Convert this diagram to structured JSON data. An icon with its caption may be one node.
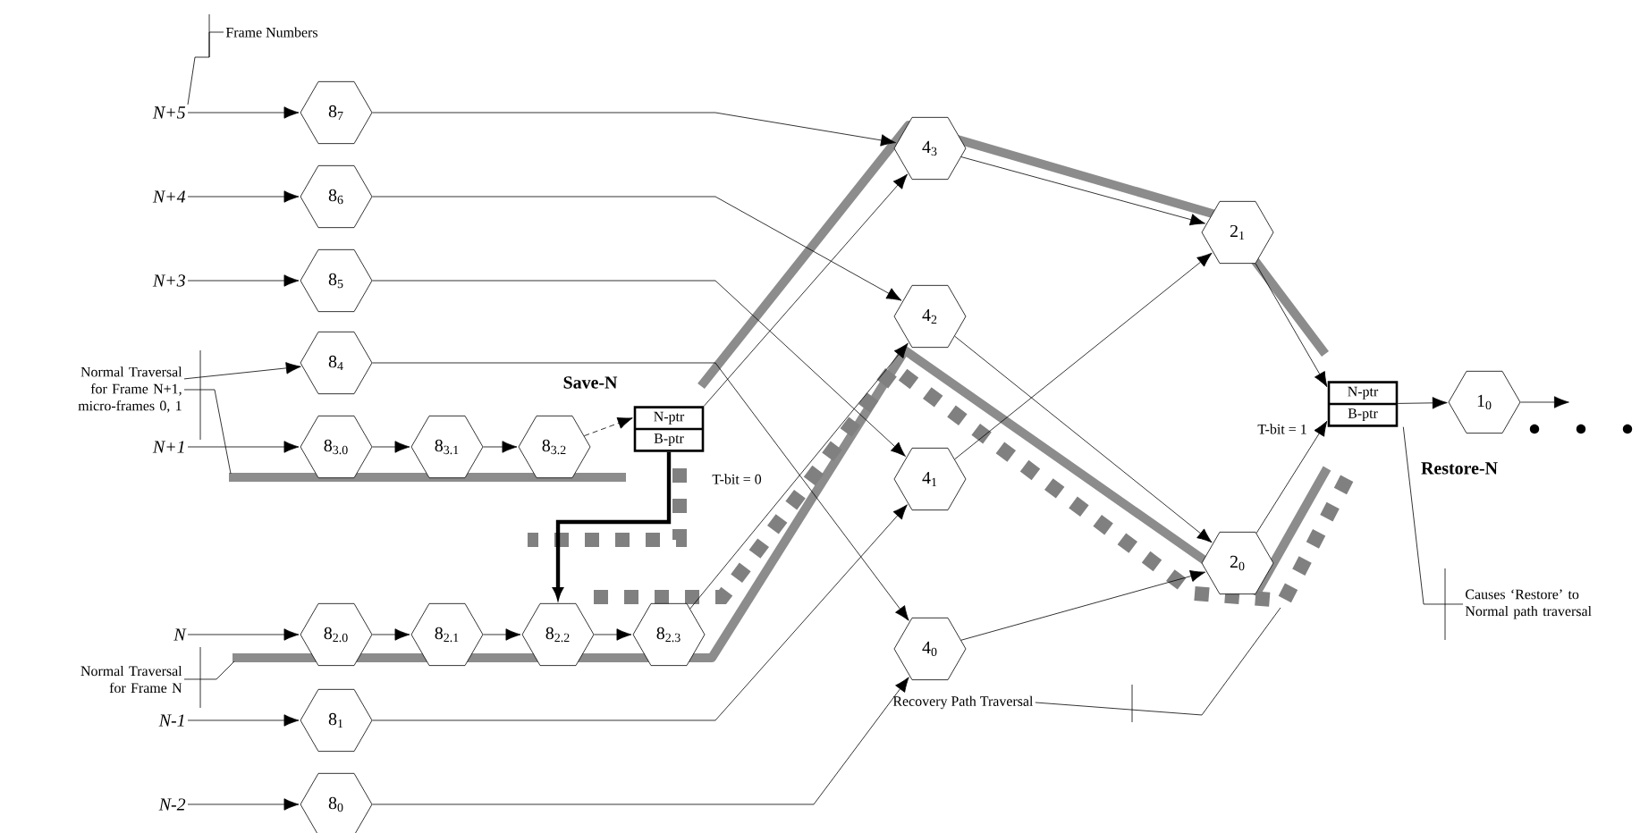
{
  "diagram": {
    "nodes": [
      {
        "text": [
          "Frame Numbers"
        ]
      },
      {
        "text": [
          "N+5"
        ]
      },
      {
        "text": [
          "N+4"
        ]
      },
      {
        "text": [
          "N+3"
        ]
      },
      {
        "text": [
          "Normal Traversal for Frame N+1, micro-frames 0, 1"
        ]
      },
      {
        "text": [
          "N+1"
        ]
      },
      {
        "text": [
          "N"
        ]
      },
      {
        "text": [
          "Normal Traversal for Frame N"
        ]
      },
      {
        "text": [
          "N-1"
        ]
      },
      {
        "text": [
          "N-2"
        ]
      },
      {
        "text": [
          "8$_{7}$"
        ]
      },
      {
        "text": [
          "8$_{6}$"
        ]
      },
      {
        "text": [
          "8$_{5}$"
        ]
      },
      {
        "text": [
          "8$_{4}$"
        ]
      },
      {
        "text": [
          "8$_{3.0}$"
        ]
      },
      {
        "text": [
          "8$_{3.1}$"
        ]
      },
      {
        "text": [
          "8$_{3.2}$"
        ]
      },
      {
        "text": [
          "N-ptr",
          "B-ptr"
        ],
        "beside": [
          "Save-N"
        ]
      },
      {
        "text": [
          "8$_{2.0}$"
        ]
      },
      {
        "text": [
          "8$_{2.1}$"
        ]
      },
      {
        "text": [
          "8$_{2.2}$"
        ]
      },
      {
        "text": [
          "8$_{2.3}$"
        ]
      },
      {
        "text": [
          "8$_{1}$"
        ]
      },
      {
        "text": [
          "8$_{0}$"
        ]
      },
      {
        "text": [
          "4$_{3}$"
        ]
      },
      {
        "text": [
          "4$_{2}$"
        ]
      },
      {
        "text": [
          "4$_{1}$"
        ]
      },
      {
        "text": [
          "4$_{0}$"
        ]
      },
      {
        "text": [
          "2$_{1}$"
        ]
      },
      {
        "text": [
          "2$_{0}$"
        ]
      },
      {
        "text": [
          "N-ptr",
          "B-ptr"
        ],
        "beside": [
          "Restore-N"
        ]
      },
      {
        "text": [
          "1$_{0}$"
        ]
      },
      {
        "text": [
          "Recovery Path Traversal"
        ]
      },
      {
        "text": [
          "Causes ‘Restore’ to Normal path traversal"
        ]
      }
    ],
    "edges": [
      {
        "from": 0,
        "to": 1,
        "arrow": "none"
      },
      {
        "from": 1,
        "to": 10,
        "arrow": "to"
      },
      {
        "from": 2,
        "to": 11,
        "arrow": "to"
      },
      {
        "from": 3,
        "to": 12,
        "arrow": "to"
      },
      {
        "from": 4,
        "to": 13,
        "arrow": "to"
      },
      {
        "from": 5,
        "to": 14,
        "arrow": "to"
      },
      {
        "from": 6,
        "to": 18,
        "arrow": "to"
      },
      {
        "from": 8,
        "to": 22,
        "arrow": "to"
      },
      {
        "from": 9,
        "to": 23,
        "arrow": "to"
      },
      {
        "from": 4,
        "to": null,
        "arrow": "none"
      },
      {
        "from": 7,
        "to": null,
        "arrow": "none"
      },
      {
        "from": 14,
        "to": 15,
        "arrow": "to"
      },
      {
        "from": 15,
        "to": 16,
        "arrow": "to"
      },
      {
        "from": 16,
        "to": 17,
        "arrow": "to",
        "style": "dashed"
      },
      {
        "from": 18,
        "to": 19,
        "arrow": "to"
      },
      {
        "from": 19,
        "to": 20,
        "arrow": "to"
      },
      {
        "from": 20,
        "to": 21,
        "arrow": "to"
      },
      {
        "from": 17,
        "to": 20,
        "arrow": "to",
        "style": "thick"
      },
      {
        "from": 10,
        "to": 24,
        "arrow": "to"
      },
      {
        "from": 11,
        "to": 25,
        "arrow": "to"
      },
      {
        "from": 12,
        "to": 26,
        "arrow": "to"
      },
      {
        "from": 13,
        "to": 27,
        "arrow": "to"
      },
      {
        "from": 17,
        "to": 24,
        "arrow": "to"
      },
      {
        "from": 21,
        "to": 25,
        "arrow": "to"
      },
      {
        "from": 22,
        "to": 26,
        "arrow": "to"
      },
      {
        "from": 23,
        "to": 27,
        "arrow": "to"
      },
      {
        "from": 24,
        "to": 28,
        "arrow": "to"
      },
      {
        "from": 25,
        "to": 29,
        "arrow": "to"
      },
      {
        "from": 26,
        "to": 28,
        "arrow": "to"
      },
      {
        "from": 27,
        "to": 29,
        "arrow": "to"
      },
      {
        "from": 28,
        "to": 30,
        "arrow": "to"
      },
      {
        "from": 29,
        "to": 30,
        "arrow": "to"
      },
      {
        "from": 30,
        "to": 31,
        "arrow": "to"
      },
      {
        "from": 31,
        "to": null,
        "arrow": "to"
      },
      {
        "from": 32,
        "to": null,
        "arrow": "none"
      },
      {
        "from": 33,
        "to": 30,
        "arrow": "none"
      }
    ],
    "labels": [
      "T-bit = 0",
      "T-bit = 1"
    ]
  }
}
